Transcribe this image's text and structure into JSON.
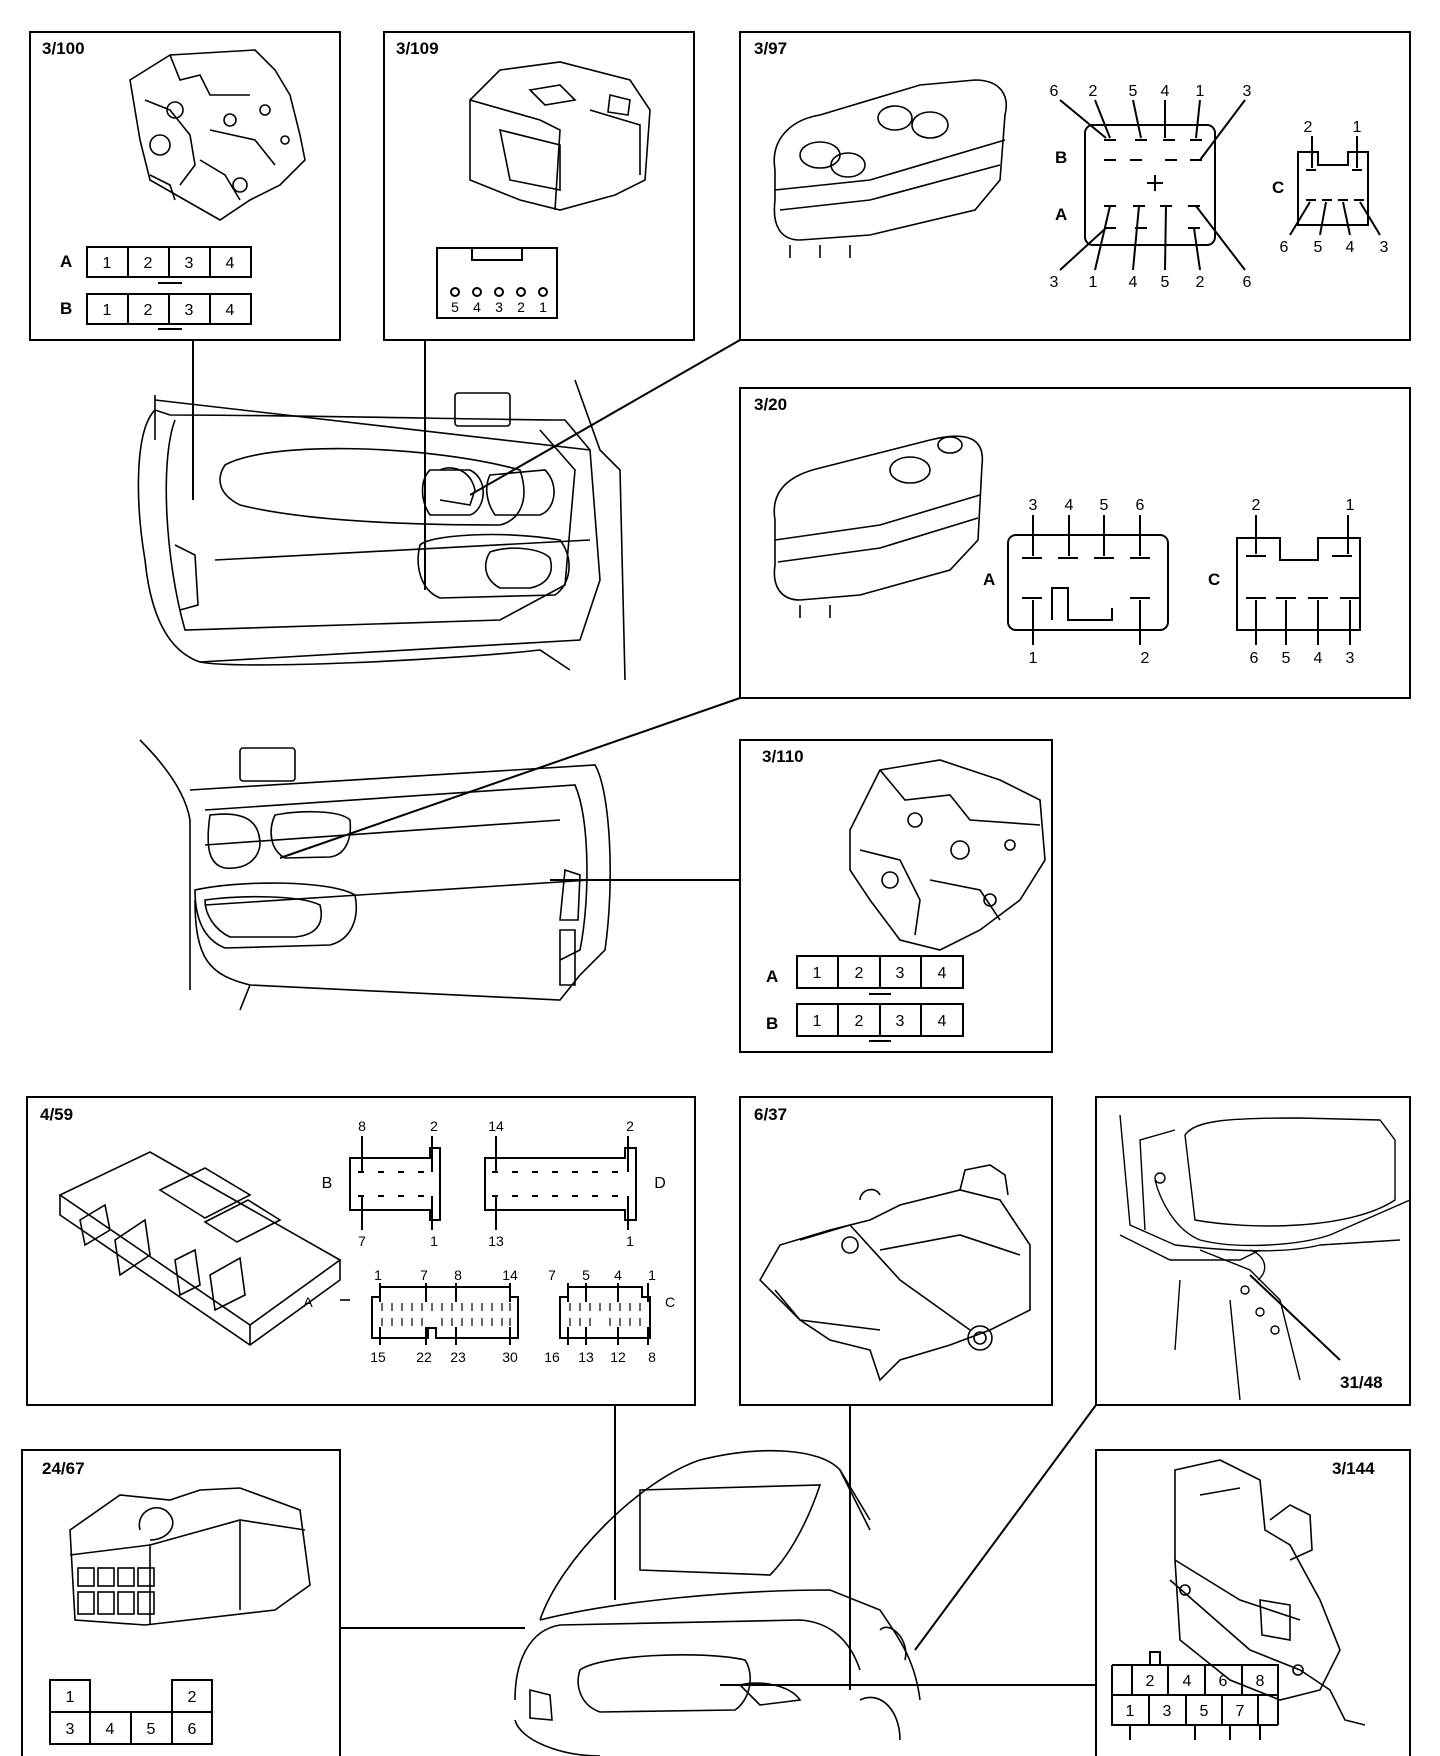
{
  "labels": {
    "p3_100": "3/100",
    "p3_109": "3/109",
    "p3_97": "3/97",
    "p3_20": "3/20",
    "p3_110": "3/110",
    "p4_59": "4/59",
    "p6_37": "6/37",
    "p31_48": "31/48",
    "p24_67": "24/67",
    "p3_144": "3/144"
  },
  "connector_3_100": {
    "row_a": {
      "letter": "A",
      "pins": [
        "1",
        "2",
        "3",
        "4"
      ]
    },
    "row_b": {
      "letter": "B",
      "pins": [
        "1",
        "2",
        "3",
        "4"
      ]
    }
  },
  "connector_3_110": {
    "row_a": {
      "letter": "A",
      "pins": [
        "1",
        "2",
        "3",
        "4"
      ]
    },
    "row_b": {
      "letter": "B",
      "pins": [
        "1",
        "2",
        "3",
        "4"
      ]
    }
  },
  "connector_3_109": {
    "pins": [
      "5",
      "4",
      "3",
      "2",
      "1"
    ]
  },
  "connector_3_97": {
    "b_letter": "B",
    "a_letter": "A",
    "c_letter": "C",
    "b_top": [
      "6",
      "2",
      "5",
      "4",
      "1",
      "3"
    ],
    "a_bottom": [
      "3",
      "1",
      "4",
      "5",
      "2",
      "6"
    ],
    "c_top": [
      "2",
      "1"
    ],
    "c_bottom": [
      "6",
      "5",
      "4",
      "3"
    ]
  },
  "connector_3_20": {
    "a_letter": "A",
    "c_letter": "C",
    "a_top": [
      "3",
      "4",
      "5",
      "6"
    ],
    "a_bottom": [
      "1",
      "2"
    ],
    "c_top": [
      "2",
      "1"
    ],
    "c_bottom": [
      "6",
      "5",
      "4",
      "3"
    ]
  },
  "connector_4_59": {
    "b": {
      "letter": "B",
      "tl": "8",
      "tr": "2",
      "bl": "7",
      "br": "1"
    },
    "d": {
      "letter": "D",
      "tl": "14",
      "tr": "2",
      "bl": "13",
      "br": "1"
    },
    "a": {
      "letter": "A",
      "top": [
        "1",
        "7",
        "8",
        "14"
      ],
      "bottom": [
        "15",
        "22",
        "23",
        "30"
      ]
    },
    "c": {
      "letter": "C",
      "top": [
        "7",
        "5",
        "4",
        "1"
      ],
      "bottom": [
        "16",
        "13",
        "12",
        "8"
      ]
    }
  },
  "connector_24_67": {
    "top": [
      "1",
      "2"
    ],
    "bottom": [
      "3",
      "4",
      "5",
      "6"
    ]
  },
  "connector_3_144": {
    "top": [
      "2",
      "4",
      "6",
      "8"
    ],
    "bottom": [
      "1",
      "3",
      "5",
      "7"
    ]
  }
}
